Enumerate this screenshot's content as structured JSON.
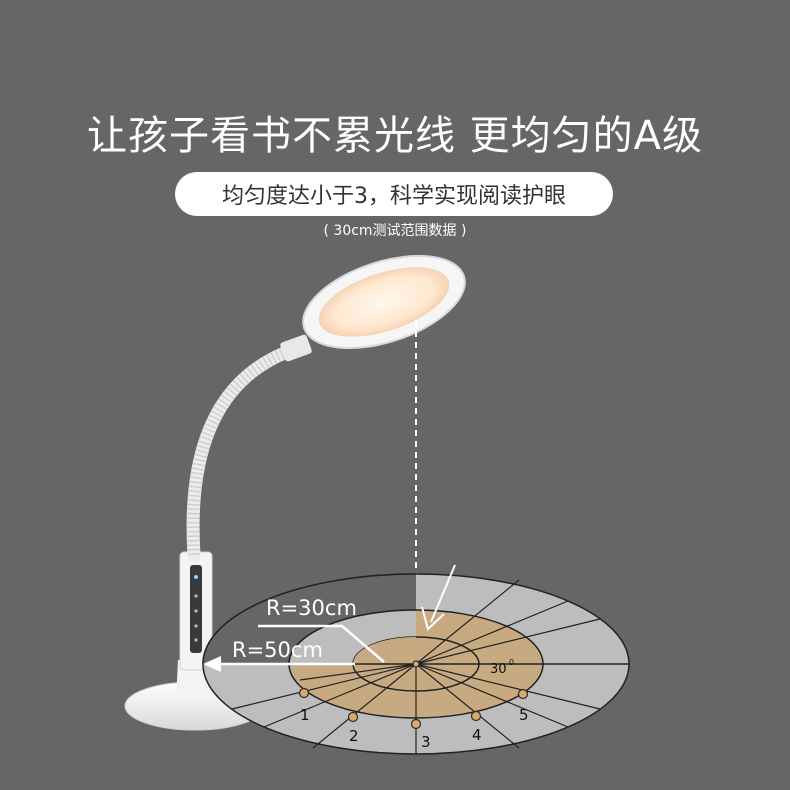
{
  "headline": "让孩子看书不累光线 更均匀的A级",
  "badge": "均匀度达小于3，科学实现阅读护眼",
  "note": "( 30cm测试范围数据 )",
  "diagram": {
    "radius_inner_label": "R=30cm",
    "radius_outer_label": "R=50cm",
    "angle_label": "30",
    "angle_unit": "0",
    "points": [
      "1",
      "2",
      "3",
      "4",
      "5"
    ]
  },
  "colors": {
    "background": "#666666",
    "outer_ring": "#bdbdbd",
    "inner_ring": "#c8aa82",
    "point_marker": "#d8a96a"
  }
}
